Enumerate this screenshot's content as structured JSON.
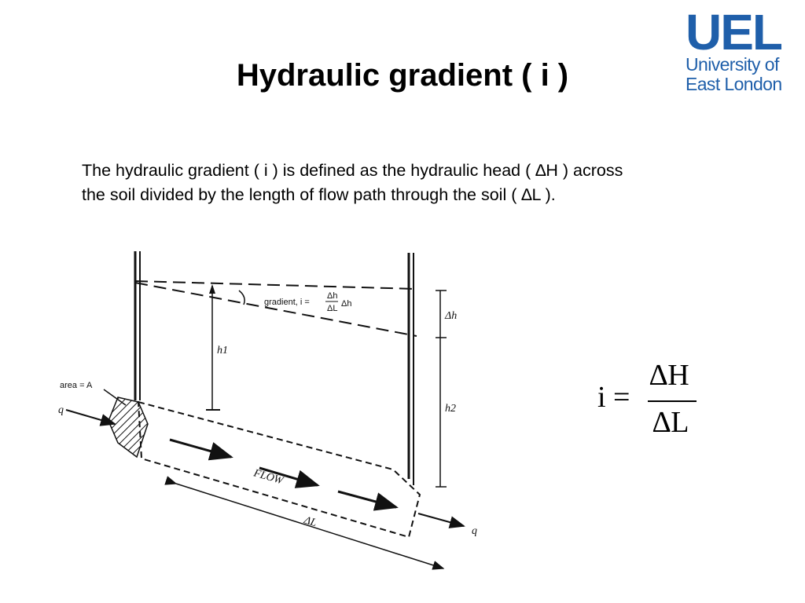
{
  "slide": {
    "title": "Hydraulic gradient ( i )",
    "definition_line1": "The hydraulic gradient ( i ) is defined as the hydraulic head ( ∆H ) across",
    "definition_line2": "the soil divided by the length of flow path through the soil ( ∆L )."
  },
  "logo": {
    "mark": "UEL",
    "line1": "University of",
    "line2": "East London",
    "color": "#1f5faa"
  },
  "diagram": {
    "label_area": "area = A",
    "label_q_in": "q",
    "label_q_out": "q",
    "label_gradient": "gradient, i =",
    "label_frac_num": "Δh",
    "label_frac_den": "ΔL",
    "label_gradient_tail": "Δh",
    "label_dh": "Δh",
    "label_h1": "h1",
    "label_h2": "h2",
    "label_flow": "FLOW",
    "label_dl": "ΔL"
  },
  "formula": {
    "lhs": "i =",
    "numerator": "∆H",
    "denominator": "∆L"
  }
}
